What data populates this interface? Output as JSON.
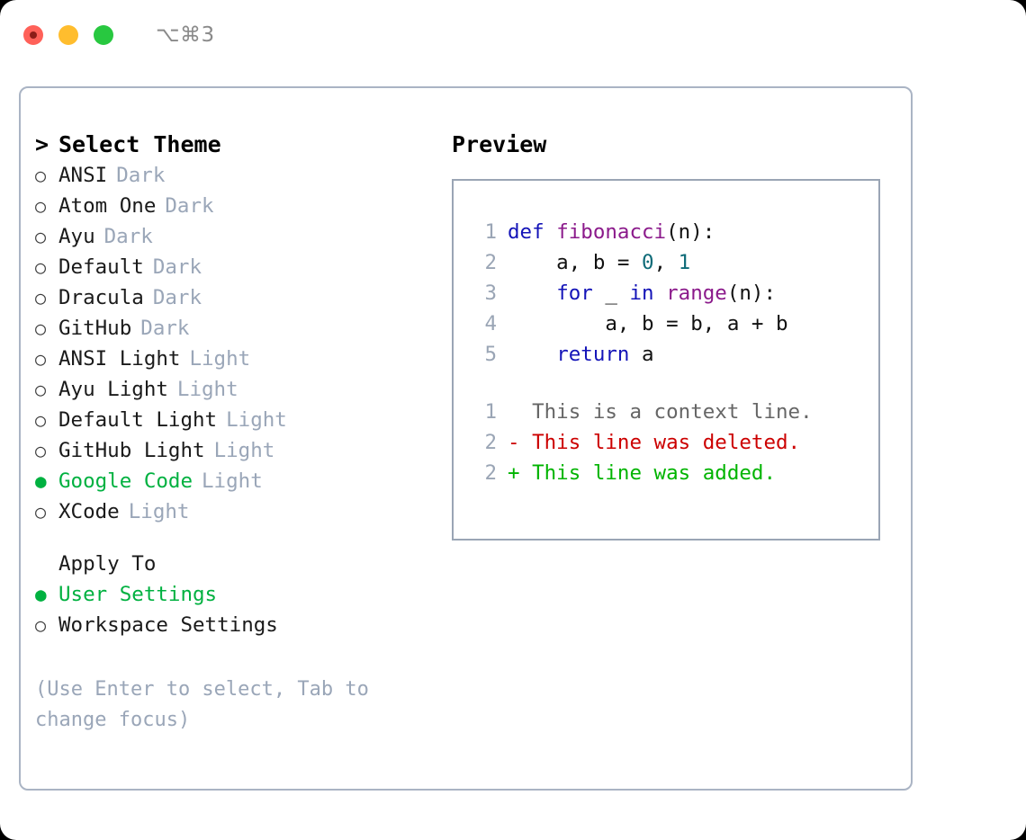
{
  "titlebar": {
    "label": "⌥⌘3",
    "buttons": [
      {
        "name": "close",
        "color": "#ff6159"
      },
      {
        "name": "minimize",
        "color": "#ffbd2e"
      },
      {
        "name": "maximize",
        "color": "#28c840"
      }
    ]
  },
  "left": {
    "heading": {
      "caret": ">",
      "text": "Select Theme"
    },
    "themes": [
      {
        "bullet": "○",
        "label": "ANSI",
        "badge": "Dark",
        "selected": false
      },
      {
        "bullet": "○",
        "label": "Atom One",
        "badge": "Dark",
        "selected": false
      },
      {
        "bullet": "○",
        "label": "Ayu",
        "badge": "Dark",
        "selected": false
      },
      {
        "bullet": "○",
        "label": "Default",
        "badge": "Dark",
        "selected": false
      },
      {
        "bullet": "○",
        "label": "Dracula",
        "badge": "Dark",
        "selected": false
      },
      {
        "bullet": "○",
        "label": "GitHub",
        "badge": "Dark",
        "selected": false
      },
      {
        "bullet": "○",
        "label": "ANSI Light",
        "badge": "Light",
        "selected": false
      },
      {
        "bullet": "○",
        "label": "Ayu Light",
        "badge": "Light",
        "selected": false
      },
      {
        "bullet": "○",
        "label": "Default Light",
        "badge": "Light",
        "selected": false
      },
      {
        "bullet": "○",
        "label": "GitHub Light",
        "badge": "Light",
        "selected": false
      },
      {
        "bullet": "●",
        "label": "Google Code",
        "badge": "Light",
        "selected": true
      },
      {
        "bullet": "○",
        "label": "XCode",
        "badge": "Light",
        "selected": false
      }
    ],
    "apply_to": {
      "heading": "Apply To",
      "options": [
        {
          "bullet": "●",
          "label": "User Settings",
          "selected": true
        },
        {
          "bullet": "○",
          "label": "Workspace Settings",
          "selected": false
        }
      ]
    },
    "hint": "(Use Enter to select, Tab to change focus)"
  },
  "right": {
    "title": "Preview",
    "code_lines": [
      {
        "num": "1",
        "tokens": [
          {
            "t": "def",
            "c": "kw"
          },
          {
            "t": " ",
            "c": "pl"
          },
          {
            "t": "fibonacci",
            "c": "fn"
          },
          {
            "t": "(n):",
            "c": "pl"
          }
        ]
      },
      {
        "num": "2",
        "tokens": [
          {
            "t": "    a, b = ",
            "c": "pl"
          },
          {
            "t": "0",
            "c": "num"
          },
          {
            "t": ", ",
            "c": "pl"
          },
          {
            "t": "1",
            "c": "num"
          }
        ]
      },
      {
        "num": "3",
        "tokens": [
          {
            "t": "    ",
            "c": "pl"
          },
          {
            "t": "for",
            "c": "kw"
          },
          {
            "t": " _ ",
            "c": "pl"
          },
          {
            "t": "in",
            "c": "kw"
          },
          {
            "t": " ",
            "c": "pl"
          },
          {
            "t": "range",
            "c": "fn"
          },
          {
            "t": "(n):",
            "c": "pl"
          }
        ]
      },
      {
        "num": "4",
        "tokens": [
          {
            "t": "        a, b = b, a + b",
            "c": "pl"
          }
        ]
      },
      {
        "num": "5",
        "tokens": [
          {
            "t": "    ",
            "c": "pl"
          },
          {
            "t": "return",
            "c": "kw"
          },
          {
            "t": " a",
            "c": "pl"
          }
        ]
      }
    ],
    "diff_lines": [
      {
        "num": "1",
        "marker": " ",
        "text": " This is a context line.",
        "kind": "ctx"
      },
      {
        "num": "2",
        "marker": "-",
        "text": " This line was deleted.",
        "kind": "del"
      },
      {
        "num": "2",
        "marker": "+",
        "text": " This line was added.",
        "kind": "add"
      }
    ]
  },
  "colors": {
    "accent_green": "#00b140",
    "badge_grey": "#9aa6b8",
    "border": "#aab4c4",
    "keyword": "#1414b8",
    "function": "#8b1a8b",
    "number": "#0e6b78",
    "diff_add": "#00b400",
    "diff_del": "#cc0000"
  }
}
